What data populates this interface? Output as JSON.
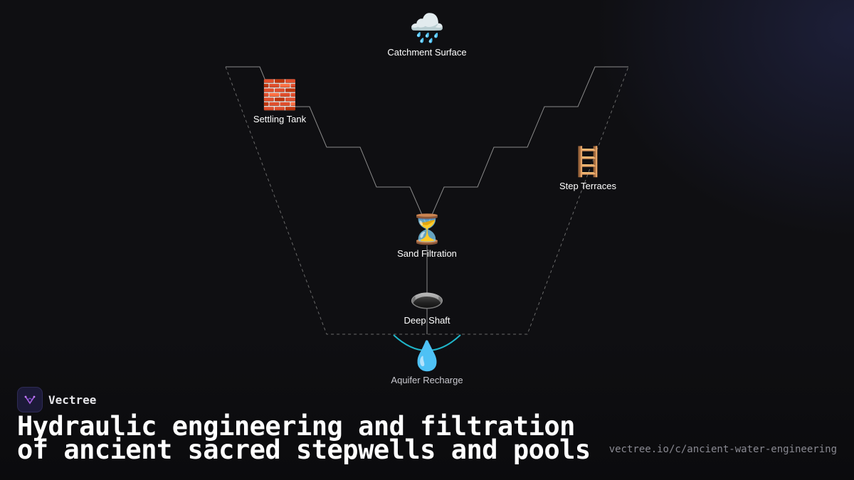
{
  "diagram": {
    "nodes": [
      {
        "id": "catchment",
        "label": "Catchment Surface",
        "icon": "rain-cloud-icon",
        "glyph": "🌧️"
      },
      {
        "id": "settling",
        "label": "Settling Tank",
        "icon": "brick-icon",
        "glyph": "🧱"
      },
      {
        "id": "terraces",
        "label": "Step Terraces",
        "icon": "ladder-icon",
        "glyph": "🪜"
      },
      {
        "id": "sand",
        "label": "Sand Filtration",
        "icon": "hourglass-icon",
        "glyph": "⏳"
      },
      {
        "id": "shaft",
        "label": "Deep Shaft",
        "icon": "hole-icon",
        "glyph": "🕳️"
      },
      {
        "id": "aquifer",
        "label": "Aquifer Recharge",
        "icon": "droplet-icon",
        "glyph": "💧"
      }
    ],
    "colors": {
      "accent": "#1fb5c9",
      "lines": "#8a8a8a",
      "dashed": "#6a6a6a"
    }
  },
  "brand": {
    "name": "Vectree"
  },
  "title": {
    "line1": "Hydraulic engineering and filtration",
    "line2": "of ancient sacred stepwells and pools"
  },
  "url": "vectree.io/c/ancient-water-engineering"
}
